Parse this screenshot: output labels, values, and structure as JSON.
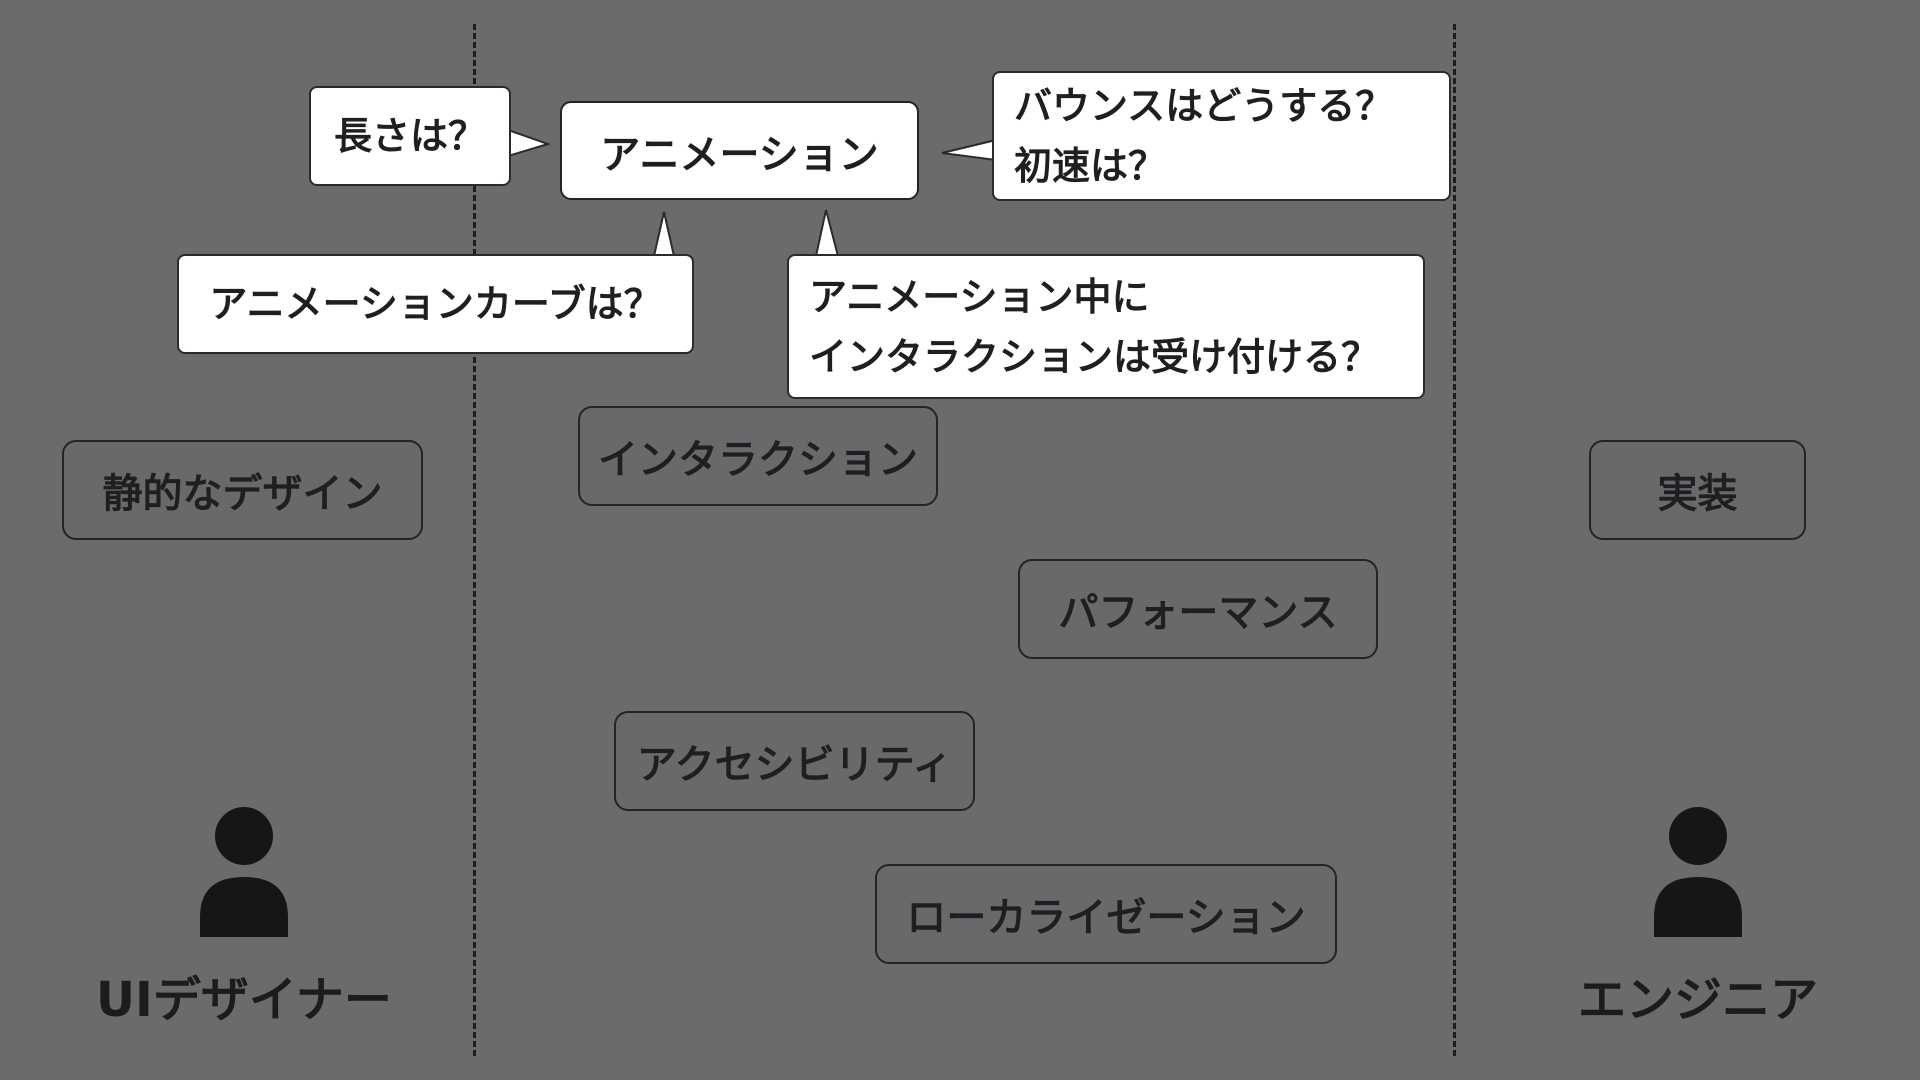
{
  "center_box": "アニメーション",
  "questions": {
    "length": "長さは？",
    "bounce_line1": "バウンスはどうする？",
    "bounce_line2": "初速は？",
    "curve": "アニメーションカーブは？",
    "interaction_line1": "アニメーション中に",
    "interaction_line2": "インタラクションは受け付ける？"
  },
  "topics": {
    "static_design": "静的なデザイン",
    "interaction": "インタラクション",
    "implementation": "実装",
    "performance": "パフォーマンス",
    "accessibility": "アクセシビリティ",
    "localization": "ローカライゼーション"
  },
  "roles": {
    "designer": "UIデザイナー",
    "engineer": "エンジニア"
  },
  "icons": {
    "designer": "person-icon",
    "engineer": "person-icon"
  },
  "colors": {
    "background": "#6a6b6d",
    "bubble_fill": "#ffffff",
    "text": "#1f1f21",
    "person": "#161618"
  }
}
